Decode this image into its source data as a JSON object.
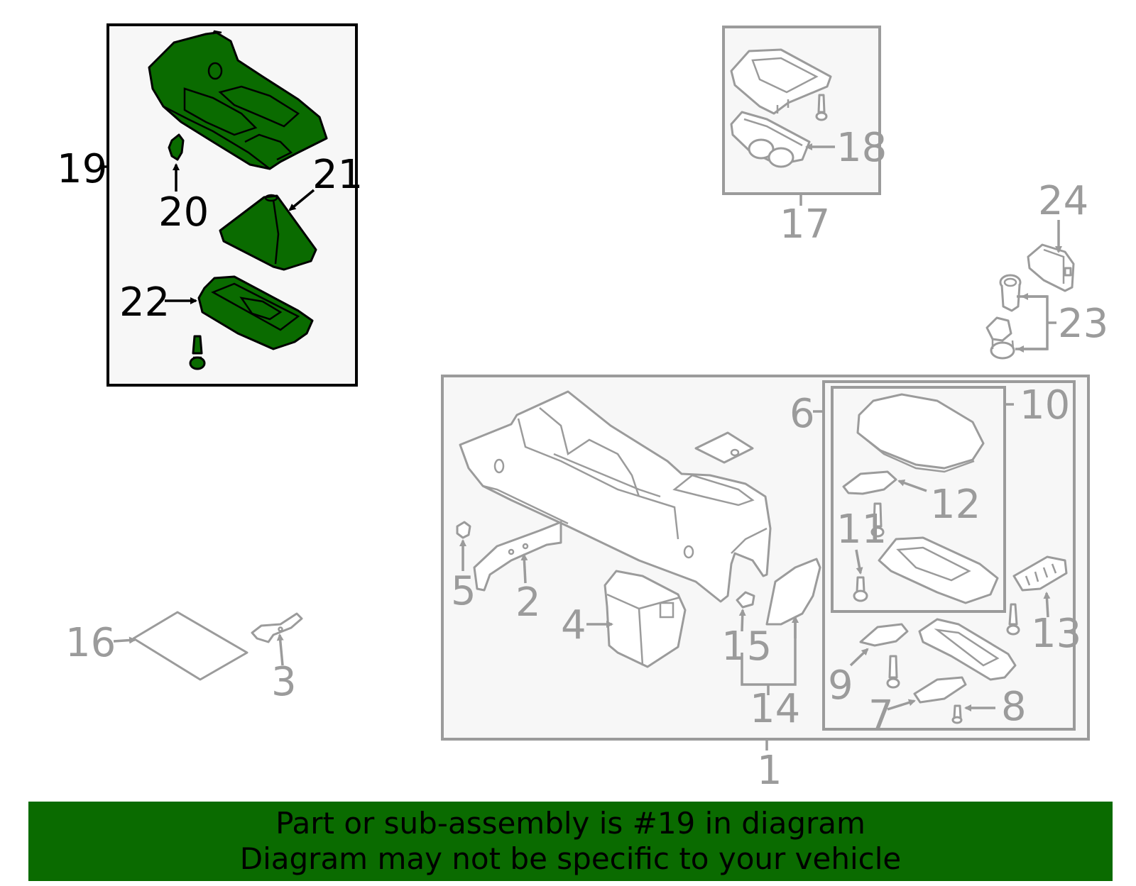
{
  "callouts": {
    "c1": "1",
    "c2": "2",
    "c3": "3",
    "c4": "4",
    "c5": "5",
    "c6": "6",
    "c7": "7",
    "c8": "8",
    "c9": "9",
    "c10": "10",
    "c11": "11",
    "c12": "12",
    "c13": "13",
    "c14": "14",
    "c15": "15",
    "c16": "16",
    "c17": "17",
    "c18": "18",
    "c19": "19",
    "c20": "20",
    "c21": "21",
    "c22": "22",
    "c23": "23",
    "c24": "24"
  },
  "highlighted_part": "19",
  "banner": {
    "line1": "Part or sub-assembly is #19 in diagram",
    "line2": "Diagram may not be specific to your vehicle"
  },
  "colors": {
    "highlight": "#0a6b00",
    "callout_grey": "#9b9b9b",
    "callout_black": "#000000",
    "box_fill": "#f7f7f7"
  }
}
